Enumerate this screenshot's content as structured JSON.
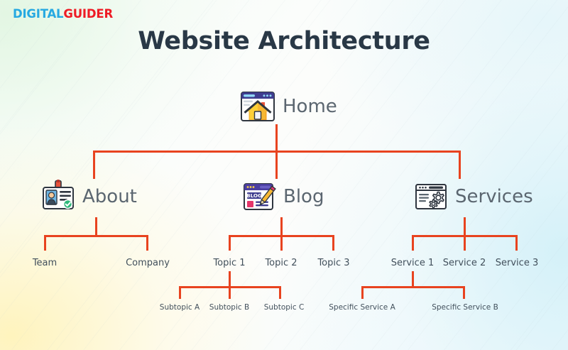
{
  "brand": {
    "name_part1": "DIGITAL",
    "name_part2": "GUIDER",
    "color_part1": "#27a9e1",
    "color_part2": "#ee1c25"
  },
  "title": "Website Architecture",
  "colors": {
    "connector": "#e8431f",
    "title_text": "#293846",
    "node_label": "#5b6670",
    "leaf_text": "#42505c"
  },
  "diagram": {
    "type": "tree",
    "root": {
      "id": "home",
      "label": "Home",
      "icon": "browser-home-icon"
    },
    "level2": [
      {
        "id": "about",
        "label": "About",
        "icon": "id-badge-icon"
      },
      {
        "id": "blog",
        "label": "Blog",
        "icon": "browser-blog-pencil-icon"
      },
      {
        "id": "services",
        "label": "Services",
        "icon": "browser-gears-icon"
      }
    ],
    "level3": {
      "about": [
        "Team",
        "Company"
      ],
      "blog": [
        "Topic 1",
        "Topic 2",
        "Topic 3"
      ],
      "services": [
        "Service 1",
        "Service 2",
        "Service 3"
      ]
    },
    "level4": {
      "topic_2": [
        "Subtopic A",
        "Subtopic B",
        "Subtopic C"
      ],
      "service_1": [
        "Specific Service A",
        "Specific Service B"
      ]
    }
  }
}
